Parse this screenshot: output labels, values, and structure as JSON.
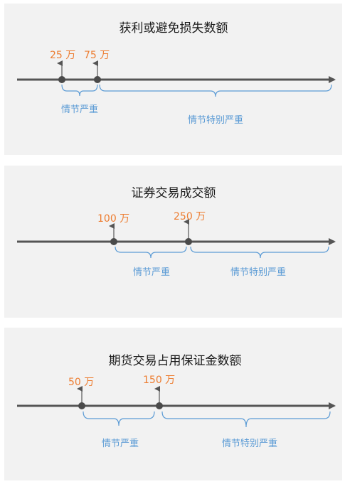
{
  "panels": [
    {
      "title": "获利或避免损失数额",
      "markers": [
        "25 万",
        "75 万"
      ],
      "ranges": [
        "情节严重",
        "情节特别严重"
      ]
    },
    {
      "title": "证券交易成交额",
      "markers": [
        "100 万",
        "250 万"
      ],
      "ranges": [
        "情节严重",
        "情节特别严重"
      ]
    },
    {
      "title": "期货交易占用保证金数额",
      "markers": [
        "50 万",
        "150 万"
      ],
      "ranges": [
        "情节严重",
        "情节特别严重"
      ]
    }
  ],
  "colors": {
    "panel_bg": "#f2f2f2",
    "axis": "#555555",
    "value_text": "#ed7d31",
    "range_text": "#5b9bd5"
  }
}
